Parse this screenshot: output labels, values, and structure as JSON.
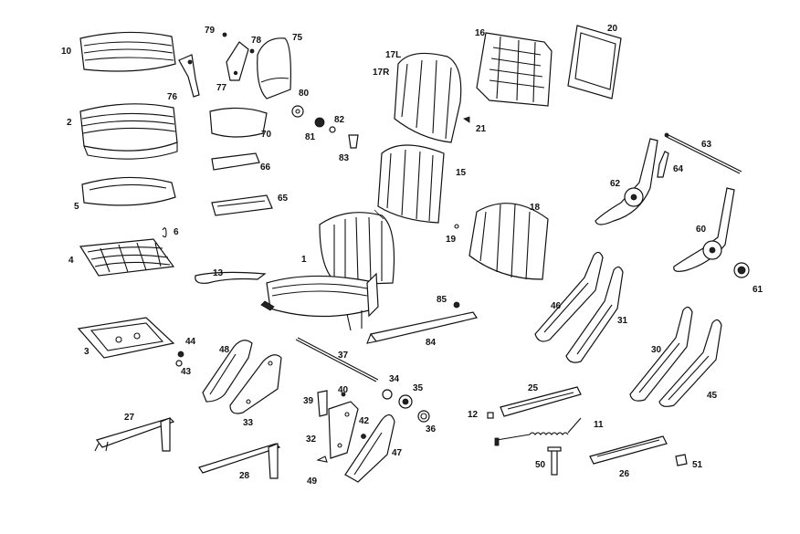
{
  "diagram": {
    "callouts": {
      "p10": "10",
      "p79": "79",
      "p78": "78",
      "p75": "75",
      "p76": "76",
      "p77": "77",
      "p2": "2",
      "p80": "80",
      "p82": "82",
      "p81": "81",
      "p83": "83",
      "p70": "70",
      "p66": "66",
      "p5": "5",
      "p65": "65",
      "p6": "6",
      "p4": "4",
      "p13": "13",
      "p1": "1",
      "p3": "3",
      "p44": "44",
      "p43": "43",
      "p48": "48",
      "p37": "37",
      "p33": "33",
      "p27": "27",
      "p39": "39",
      "p40": "40",
      "p34": "34",
      "p35": "35",
      "p36": "36",
      "p42": "42",
      "p32": "32",
      "p47": "47",
      "p49": "49",
      "p28": "28",
      "p16": "16",
      "p20": "20",
      "p17L": "17L",
      "p17R": "17R",
      "p21": "21",
      "p15": "15",
      "p18": "18",
      "p19": "19",
      "p63": "63",
      "p64": "64",
      "p62": "62",
      "p60": "60",
      "p61": "61",
      "p46": "46",
      "p31": "31",
      "p85": "85",
      "p84": "84",
      "p30": "30",
      "p45": "45",
      "p25": "25",
      "p12": "12",
      "p11": "11",
      "p50": "50",
      "p26": "26",
      "p51": "51"
    }
  }
}
